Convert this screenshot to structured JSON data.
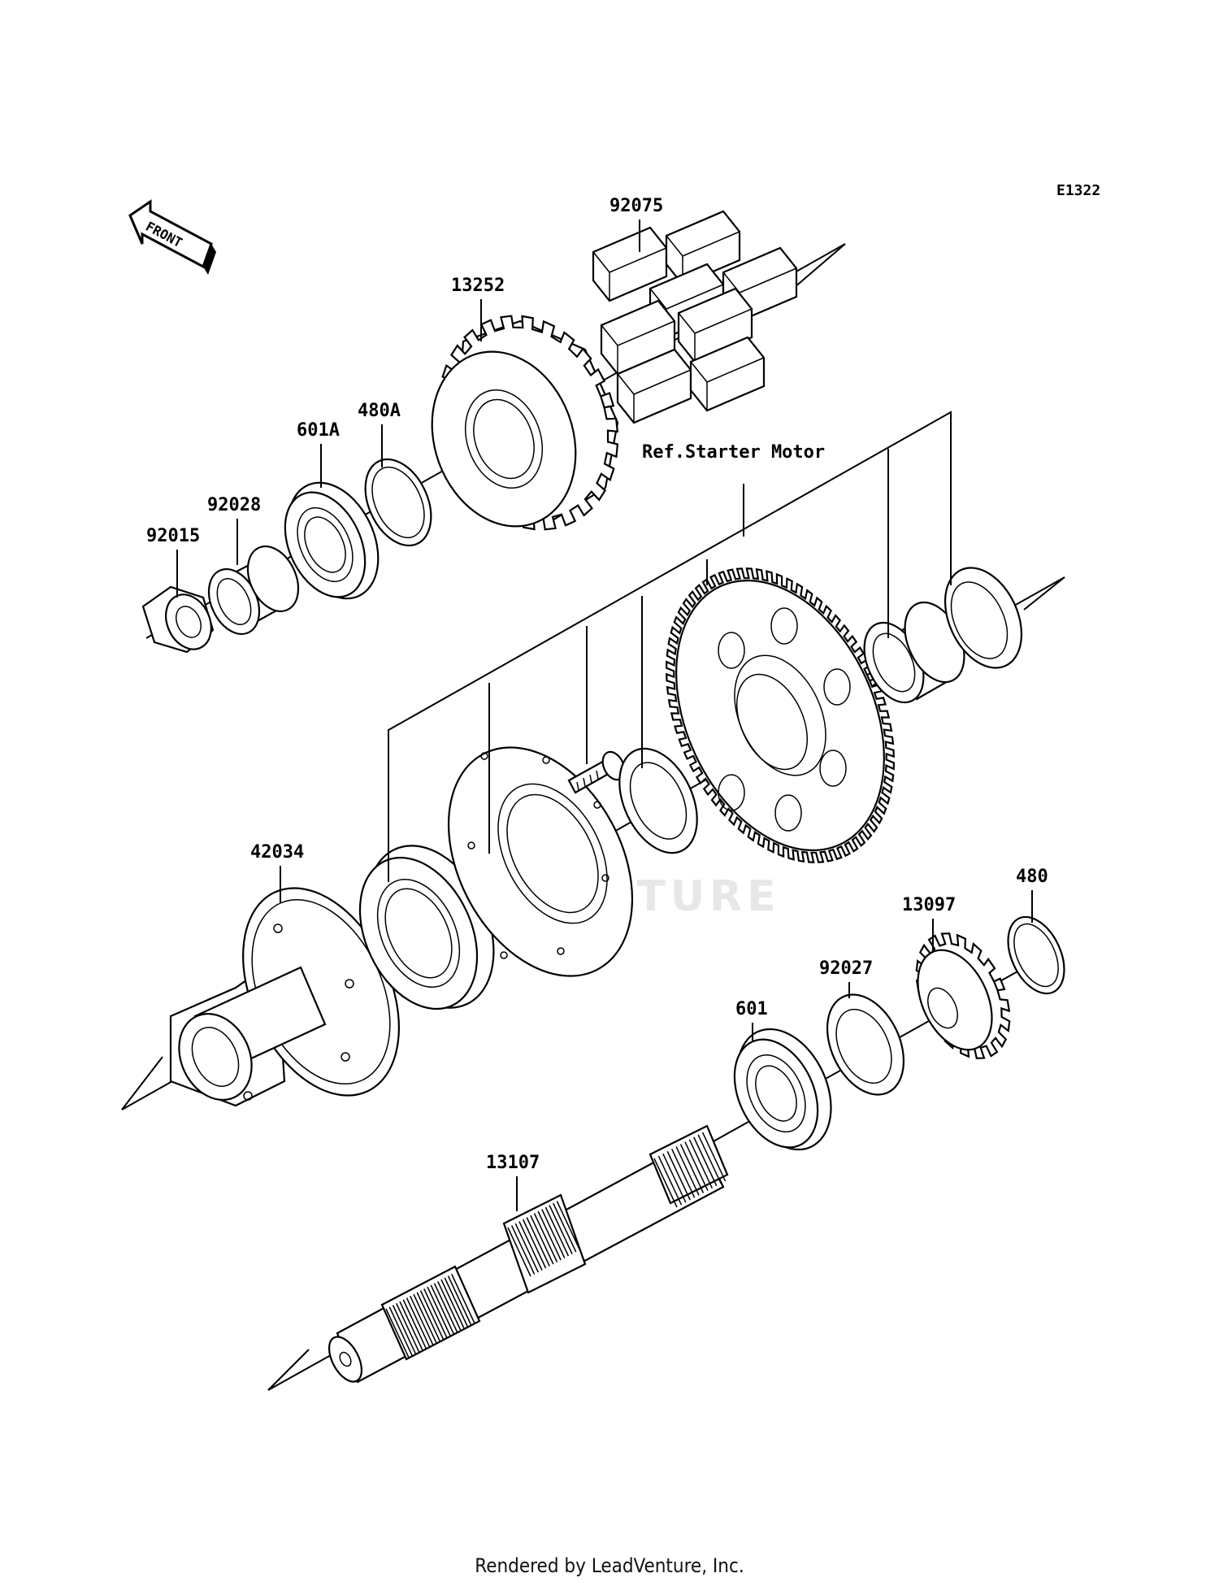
{
  "diagram_code": "E1322",
  "front_label": "FRONT",
  "reference_note": "Ref.Starter Motor",
  "watermark": "LEADVENTURE",
  "footer": "Rendered by LeadVenture, Inc.",
  "parts": {
    "p92075": "92075",
    "p13252": "13252",
    "p480A": "480A",
    "p601A": "601A",
    "p92028": "92028",
    "p92015": "92015",
    "p42034": "42034",
    "p480": "480",
    "p13097": "13097",
    "p92027": "92027",
    "p601": "601",
    "p13107": "13107"
  }
}
